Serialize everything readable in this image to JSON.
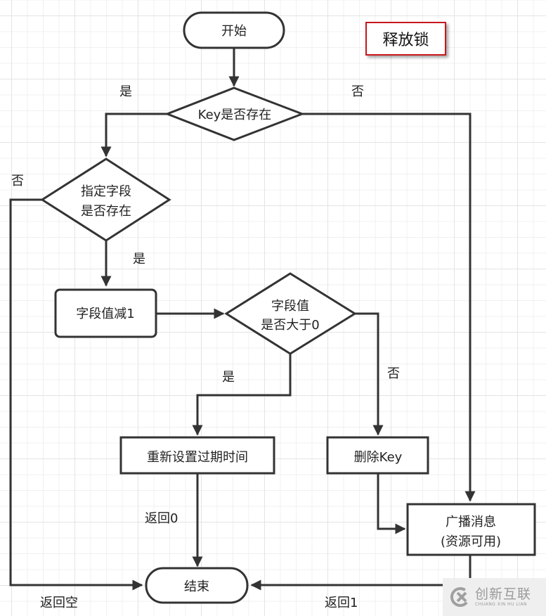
{
  "title": "释放锁",
  "nodes": {
    "start": "开始",
    "key_exists": "Key是否存在",
    "field_exists": [
      "指定字段",
      "是否存在"
    ],
    "decrement": "字段值减1",
    "gt_zero": [
      "字段值",
      "是否大于0"
    ],
    "reset_expire": "重新设置过期时间",
    "delete_key": "删除Key",
    "broadcast": [
      "广播消息",
      "(资源可用)"
    ],
    "end": "结束"
  },
  "edge_labels": {
    "key_yes": "是",
    "key_no": "否",
    "field_no": "否",
    "field_yes": "是",
    "gt_yes": "是",
    "gt_no": "否",
    "return_zero": "返回0",
    "return_null": "返回空",
    "return_one": "返回1"
  },
  "colors": {
    "stroke": "#333333",
    "title_border": "#c8171e"
  },
  "watermark": {
    "cn": "创新互联",
    "en": "CHUANG XIN HU LIAN"
  }
}
